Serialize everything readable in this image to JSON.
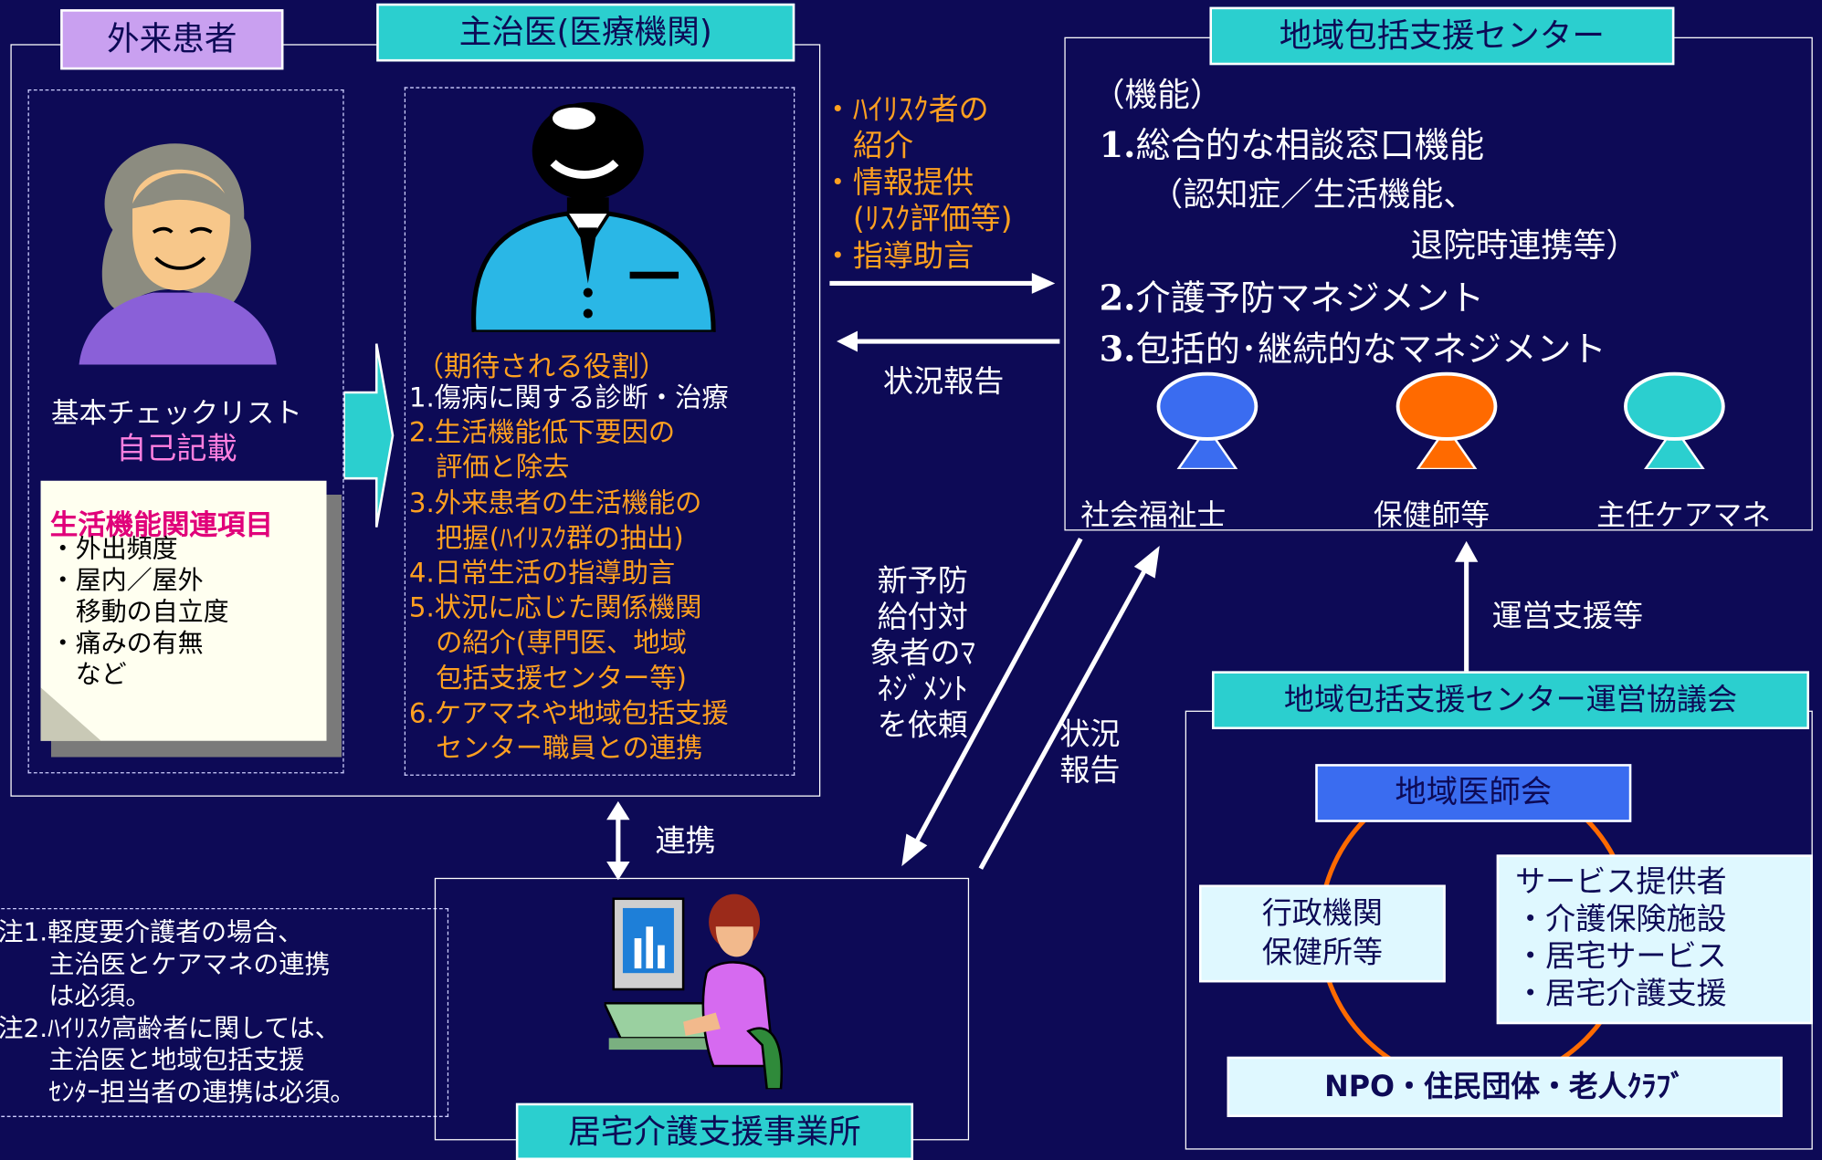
{
  "patient": {
    "label": "外来患者",
    "checklist_title": "基本チェックリスト",
    "self_entry": "自己記載",
    "note_title": "生活機能関連項目",
    "note_items": [
      "・外出頻度",
      "・屋内／屋外",
      "　移動の自立度",
      "・痛みの有無",
      "　など"
    ]
  },
  "doctor": {
    "label": "主治医(医療機関)",
    "roles_title": "（期待される役割）",
    "roles": [
      {
        "text": "1.傷病に関する診断・治療",
        "color": "white"
      },
      {
        "text": "2.生活機能低下要因の",
        "color": "orange"
      },
      {
        "text": "　評価と除去",
        "color": "orange"
      },
      {
        "text": "3.外来患者の生活機能の",
        "color": "orange"
      },
      {
        "text": "　把握(ﾊｲﾘｽｸ群の抽出)",
        "color": "orange"
      },
      {
        "text": "4.日常生活の指導助言",
        "color": "orange"
      },
      {
        "text": "5.状況に応じた関係機関",
        "color": "orange"
      },
      {
        "text": "　の紹介(専門医、地域",
        "color": "orange"
      },
      {
        "text": "　包括支援センター等)",
        "color": "orange"
      },
      {
        "text": "6.ケアマネや地域包括支援",
        "color": "orange"
      },
      {
        "text": "　センター職員との連携",
        "color": "orange"
      }
    ]
  },
  "referral": {
    "lines": [
      "・ﾊｲﾘｽｸ者の",
      "　紹介",
      "・情報提供",
      "　(ﾘｽｸ評価等)",
      "・指導助言"
    ],
    "report_back": "状況報告"
  },
  "center": {
    "label": "地域包括支援センター",
    "function_title": "（機能）",
    "function_1_num": "1.",
    "function_1": "総合的な相談窓口機能",
    "function_1_sub1": "（認知症／生活機能、",
    "function_1_sub2": "退院時連携等）",
    "function_2_num": "2.",
    "function_2": "介護予防マネジメント",
    "function_3_num": "3.",
    "function_3": "包括的･継続的なマネジメント",
    "staff": [
      {
        "name": "社会福祉士",
        "color": "#3a6cf0"
      },
      {
        "name": "保健師等",
        "color": "#ff6a00"
      },
      {
        "name": "主任ケアマネ",
        "color": "#2bcfcf"
      }
    ]
  },
  "flows": {
    "request": [
      "新予防",
      "給付対",
      "象者のﾏ",
      "ﾈｼﾞﾒﾝﾄ",
      "を依頼"
    ],
    "status_report": [
      "状況",
      "報告"
    ],
    "cooperation": "連携",
    "operation_support": "運営支援等"
  },
  "notes": {
    "lines": [
      "注1.軽度要介護者の場合、",
      "　　主治医とケアマネの連携",
      "　　は必須。",
      "注2.ﾊｲﾘｽｸ高齢者に関しては、",
      "　　主治医と地域包括支援",
      "　　ｾﾝﾀｰ担当者の連携は必須。"
    ]
  },
  "care_office": {
    "label": "居宅介護支援事業所"
  },
  "council": {
    "label": "地域包括支援センター運営協議会",
    "medical_association": "地域医師会",
    "admin_lines": [
      "行政機関",
      "保健所等"
    ],
    "provider_lines": [
      "サービス提供者",
      "・介護保険施設",
      "・居宅サービス",
      "・居宅介護支援"
    ],
    "npo": "NPO・住民団体・老人ｸﾗﾌﾞ"
  },
  "colors": {
    "background": "#0d0a56",
    "teal": "#2bcfcf",
    "lavender": "#c9a0f0",
    "orange_text": "#ffa020",
    "pink_text": "#ff80e0",
    "magenta": "#e0007a",
    "blue_box": "#3a6cf0"
  }
}
